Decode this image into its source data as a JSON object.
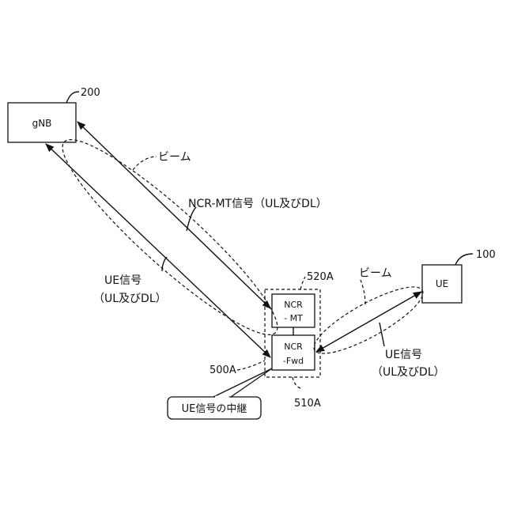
{
  "nodes": {
    "gnb": {
      "label": "gNB",
      "ref": "200"
    },
    "ue": {
      "label": "UE",
      "ref": "100"
    },
    "ncr_mt": {
      "line1": "NCR",
      "line2": "- MT",
      "ref": "520A"
    },
    "ncr_fwd": {
      "line1": "NCR",
      "line2": "-Fwd",
      "ref": "510A"
    },
    "ncr": {
      "ref": "500A"
    }
  },
  "labels": {
    "beam_left": "ビーム",
    "ncr_mt_signal": "NCR-MT信号（UL及びDL）",
    "ue_signal_left_1": "UE信号",
    "ue_signal_left_2": "（UL及びDL）",
    "beam_right": "ビーム",
    "ue_signal_right_1": "UE信号",
    "ue_signal_right_2": "（UL及びDL）",
    "relay_callout": "UE信号の中継"
  }
}
